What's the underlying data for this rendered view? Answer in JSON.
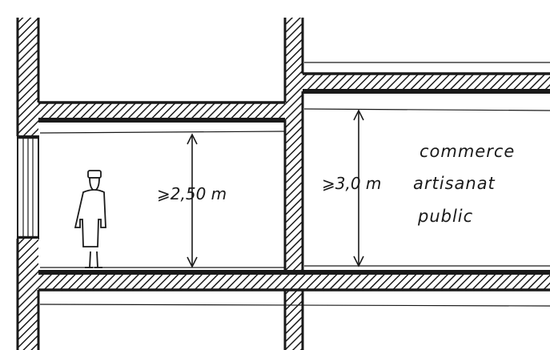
{
  "diagram": {
    "dimension_left": "⩾2,50 m",
    "dimension_right": "⩾3,0 m",
    "uses": [
      "commerce",
      "artisanat",
      "public"
    ]
  },
  "colors": {
    "ink": "#1a1a1a",
    "paper": "#ffffff"
  }
}
